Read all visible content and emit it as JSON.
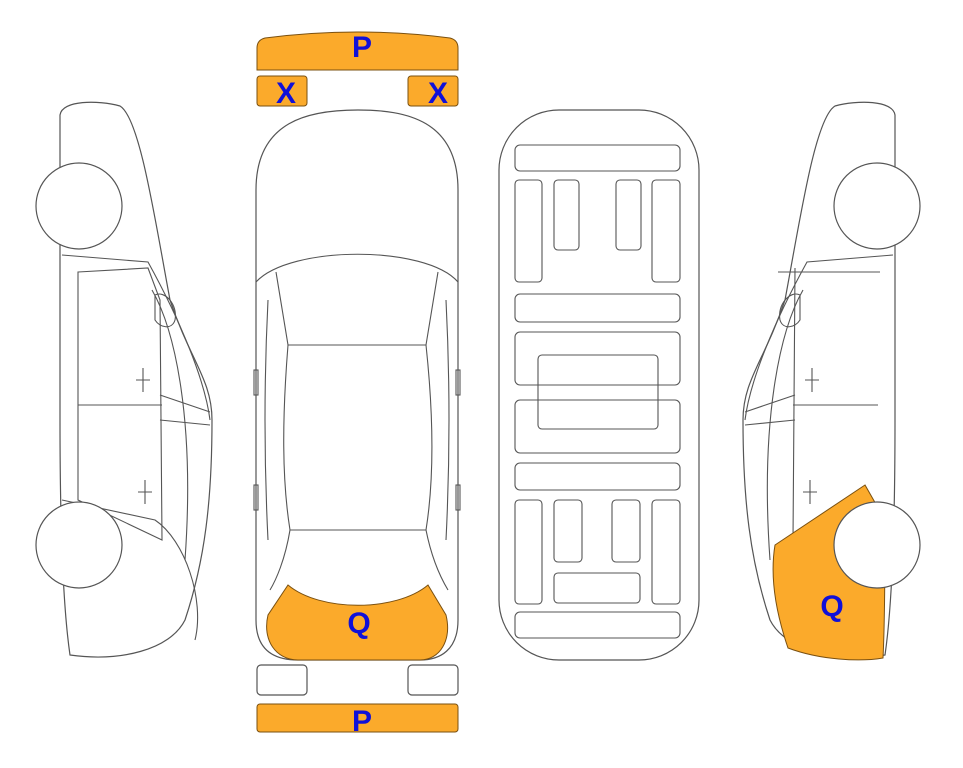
{
  "colors": {
    "damage_fill": "#FBAA2B",
    "damage_stroke": "#7A5010",
    "marker_text": "#1010D8",
    "outline": "#555555"
  },
  "markers": {
    "front_bumper": "P",
    "left_headlight": "X",
    "right_headlight": "X",
    "rear_bumper": "P",
    "rear_panel": "Q",
    "right_side_rear": "Q"
  }
}
